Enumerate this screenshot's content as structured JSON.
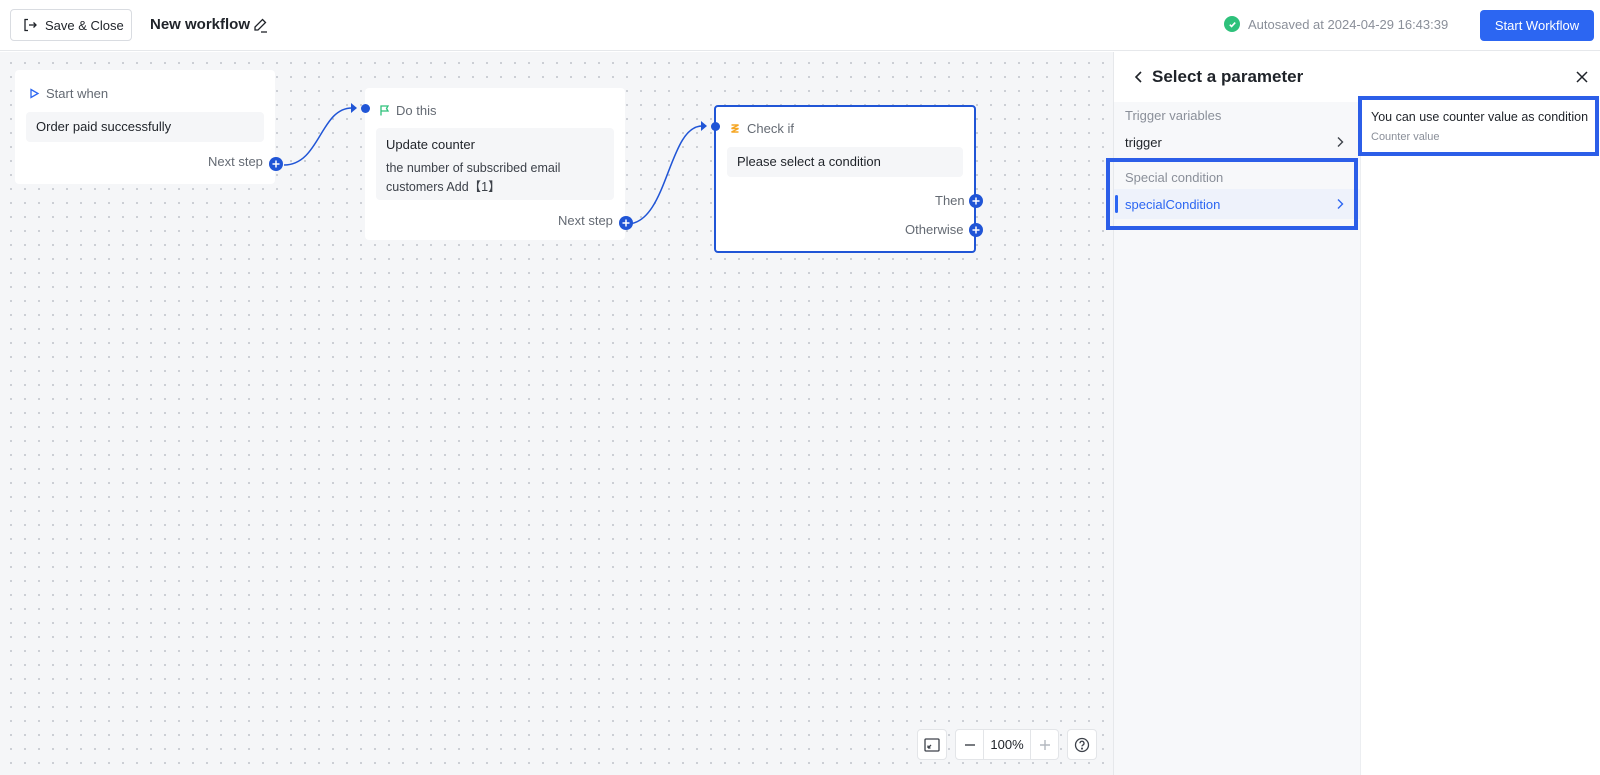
{
  "header": {
    "save_close_label": "Save & Close",
    "workflow_title": "New workflow",
    "autosave_text": "Autosaved at 2024-04-29 16:43:39",
    "start_label": "Start Workflow"
  },
  "nodes": {
    "start": {
      "header": "Start when",
      "content": "Order paid successfully",
      "port_label": "Next step"
    },
    "action": {
      "header": "Do this",
      "content_title": "Update counter",
      "content_line1": "the number of subscribed email",
      "content_line2": "customers Add【1】",
      "port_label": "Next step"
    },
    "check": {
      "header": "Check if",
      "content": "Please select a condition",
      "then_label": "Then",
      "otherwise_label": "Otherwise"
    }
  },
  "zoom": {
    "level": "100%"
  },
  "panel": {
    "title": "Select a parameter",
    "groups": [
      {
        "label": "Trigger variables",
        "items": [
          {
            "label": "trigger"
          }
        ]
      },
      {
        "label": "Special condition",
        "items": [
          {
            "label": "specialCondition",
            "selected": true
          }
        ]
      }
    ],
    "option": {
      "title": "You can use counter value as condition",
      "subtitle": "Counter value"
    }
  },
  "colors": {
    "accent": "#2c66f2",
    "success": "#2ec17b",
    "highlight": "#2c5ee8",
    "check_icon": "#f5a623",
    "flag_icon": "#2ec17b"
  },
  "icons": [
    "exit-icon",
    "edit-pencil-icon",
    "check-circle-icon",
    "play-triangle-icon",
    "flag-icon",
    "branch-icon",
    "plus-icon",
    "fit-screen-icon",
    "minus-icon",
    "help-icon",
    "back-chevron-icon",
    "close-icon",
    "chevron-right-icon"
  ]
}
